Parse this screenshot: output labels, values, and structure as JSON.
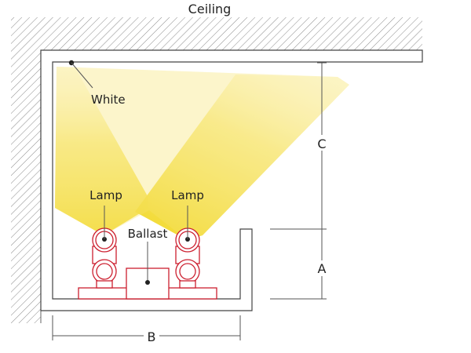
{
  "diagram": {
    "labels": {
      "ceiling": "Ceiling",
      "white": "White",
      "lamp_left": "Lamp",
      "lamp_right": "Lamp",
      "ballast": "Ballast",
      "dim_a": "A",
      "dim_b": "B",
      "dim_c": "C"
    },
    "colors": {
      "hatch": "#7a7a7a",
      "light": "#f5e05a",
      "fixture": "#cc1f2f",
      "outline": "#444444"
    }
  }
}
